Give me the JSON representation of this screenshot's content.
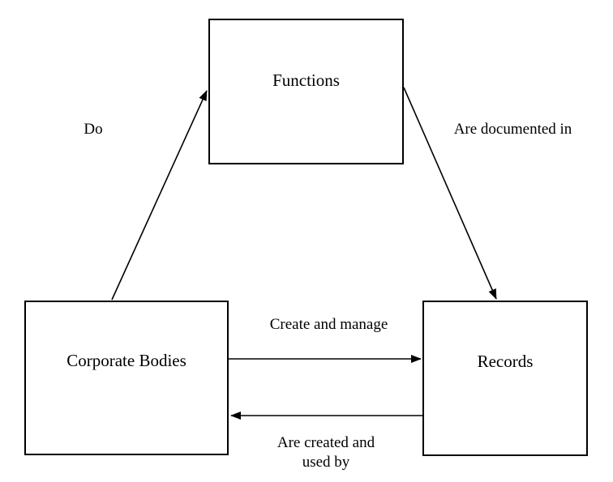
{
  "diagram": {
    "type": "entity-relationship",
    "background_color": "#ffffff",
    "line_color": "#000000",
    "text_color": "#000000",
    "nodes": [
      {
        "id": "functions",
        "label": "Functions",
        "position": "top-center"
      },
      {
        "id": "corporate-bodies",
        "label": "Corporate Bodies",
        "position": "bottom-left"
      },
      {
        "id": "records",
        "label": "Records",
        "position": "bottom-right"
      }
    ],
    "edges": [
      {
        "from": "corporate-bodies",
        "to": "functions",
        "label": "Do",
        "direction": "diagonal-up"
      },
      {
        "from": "functions",
        "to": "records",
        "label": "Are documented in",
        "direction": "diagonal-down"
      },
      {
        "from": "corporate-bodies",
        "to": "records",
        "label": "Create and manage",
        "direction": "horizontal-right"
      },
      {
        "from": "records",
        "to": "corporate-bodies",
        "label": "Are created and used by",
        "direction": "horizontal-left"
      }
    ]
  }
}
